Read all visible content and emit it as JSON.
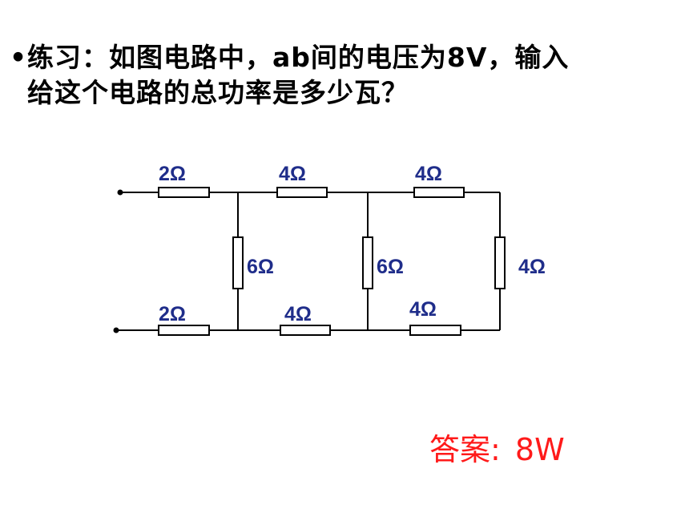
{
  "question": {
    "bullet": "•",
    "line1": "练习：如图电路中，ab间的电压为8V，输入",
    "line2": "给这个电路的总功率是多少瓦？"
  },
  "circuit": {
    "resistors": {
      "top_left": "2Ω",
      "top_middle": "4Ω",
      "top_right": "4Ω",
      "vertical_left": "6Ω",
      "vertical_middle": "6Ω",
      "vertical_right": "4Ω",
      "bottom_left": "2Ω",
      "bottom_middle": "4Ω",
      "bottom_right": "4Ω"
    },
    "label_color": "#1f2d8a",
    "wire_color": "#000000"
  },
  "answer": {
    "label": "答案:",
    "value": "8W",
    "color": "#ff1a1a"
  }
}
